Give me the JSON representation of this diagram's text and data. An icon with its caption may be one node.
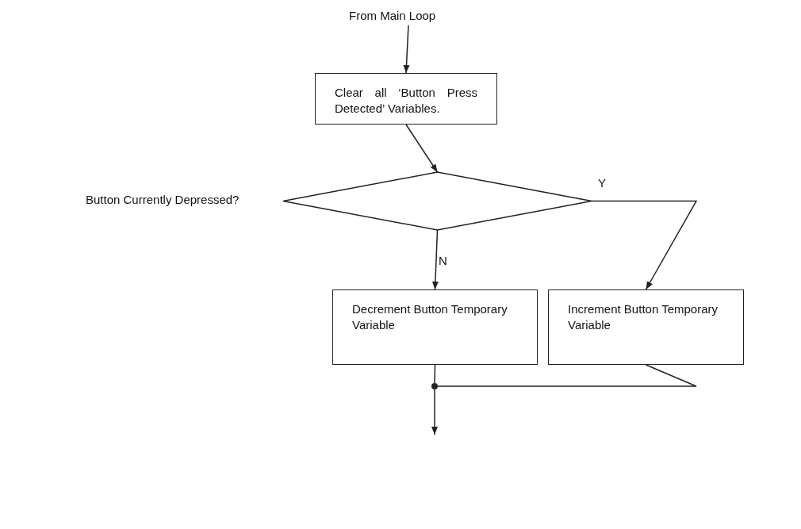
{
  "diagram": {
    "nodes": [
      {
        "text": [
          "From Main Loop"
        ]
      },
      {
        "text": [
          "Clear all ‘Button Press Detected’ Variables."
        ]
      },
      {
        "text": [],
        "shape": "diamond",
        "beside": [
          "Button Currently Depressed?"
        ]
      },
      {
        "text": [
          "Decrement Button Temporary Variable"
        ]
      },
      {
        "text": [
          "Increment Button Temporary Variable"
        ]
      },
      {
        "text": [],
        "shape": "circle"
      }
    ],
    "edges": [
      {
        "from": 0,
        "to": 1,
        "arrow": "to"
      },
      {
        "from": 1,
        "to": 2,
        "arrow": "to"
      },
      {
        "from": 2,
        "to": 3,
        "arrow": "to",
        "label": "N"
      },
      {
        "from": 2,
        "to": 4,
        "arrow": "to",
        "label": "Y"
      },
      {
        "from": 3,
        "to": 5,
        "arrow": "none"
      },
      {
        "from": 4,
        "to": 5,
        "arrow": "none"
      },
      {
        "from": 5,
        "to": null,
        "arrow": "to"
      }
    ]
  }
}
